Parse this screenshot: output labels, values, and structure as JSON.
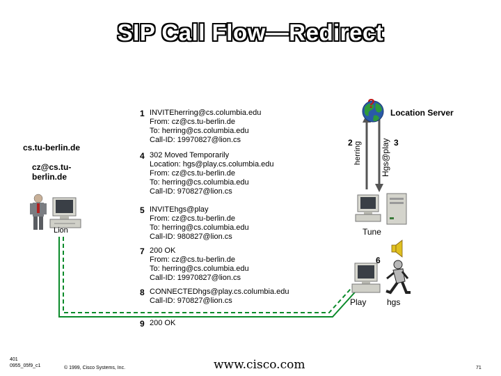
{
  "title": "SIP Call Flow—Redirect",
  "left": {
    "domain": "cs.tu-berlin.de",
    "user_line1": "cz@cs.tu-",
    "user_line2": "berlin.de",
    "person": "Lion"
  },
  "right": {
    "server": "Location Server",
    "query_label": "herring",
    "query_step": "2",
    "reply_label": "Hgs@play",
    "reply_step": "3",
    "host": "Tune",
    "user_step": "6",
    "terminal": "Play",
    "person": "hgs"
  },
  "messages": [
    {
      "num": "1",
      "lines": [
        "INVITEherring@cs.columbia.edu",
        "From: cz@cs.tu-berlin.de",
        "To: herring@cs.columbia.edu",
        "Call-ID: 19970827@lion.cs"
      ]
    },
    {
      "num": "4",
      "lines": [
        "302 Moved Temporarily",
        "Location: hgs@play.cs.columbia.edu",
        "From: cz@cs.tu-berlin.de",
        "To: herring@cs.columbia.edu",
        "Call-ID: 970827@lion.cs"
      ]
    },
    {
      "num": "5",
      "lines": [
        "INVITEhgs@play",
        "From: cz@cs.tu-berlin.de",
        "To: herring@cs.columbia.edu",
        "Call-ID: 980827@lion.cs"
      ]
    },
    {
      "num": "7",
      "lines": [
        "200 OK",
        "From: cz@cs.tu-berlin.de",
        "To: herring@cs.columbia.edu",
        "Call-ID: 19970827@lion.cs"
      ]
    },
    {
      "num": "8",
      "lines": [
        "CONNECTEDhgs@play.cs.columbia.edu",
        "Call-ID: 970827@lion.cs"
      ]
    },
    {
      "num": "9",
      "lines": [
        "200 OK"
      ]
    }
  ],
  "footer": {
    "code_line1": "401",
    "code_line2": "0955_05f9_c1",
    "copyright": "© 1999, Cisco Systems, Inc.",
    "url": "www.cisco.com",
    "page": "71"
  },
  "colors": {
    "path_green": "#0a8a2a",
    "globe_blue": "#2a5aa8",
    "globe_green": "#2f9a3a",
    "question_red": "#c01818"
  }
}
